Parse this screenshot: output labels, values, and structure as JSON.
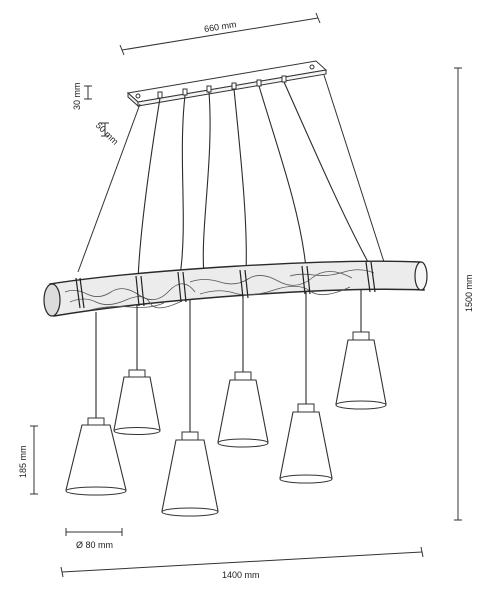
{
  "dimensions": {
    "canopy_width": "660 mm",
    "canopy_height": "30 mm",
    "beam_depth": "50 mm",
    "shade_height": "185 mm",
    "shade_diameter": "Ø 80 mm",
    "total_width": "1400 mm",
    "total_height": "1500 mm"
  }
}
